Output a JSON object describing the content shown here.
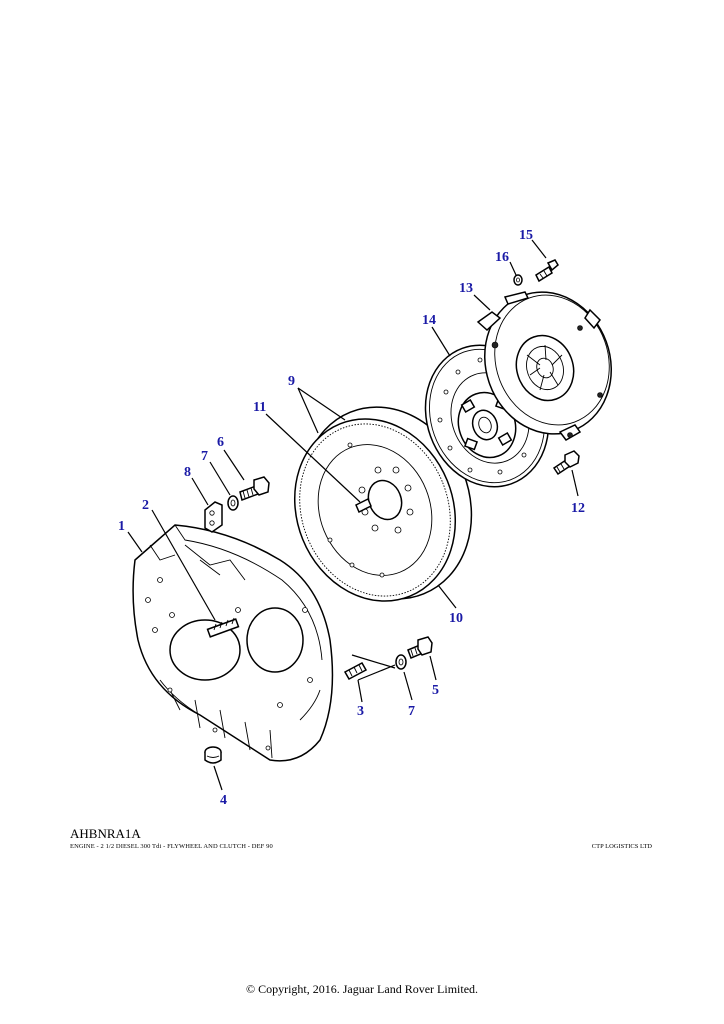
{
  "diagram": {
    "reference_code": "AHBNRA1A",
    "caption": "ENGINE - 2 1/2 DIESEL 300 Tdi - FLYWHEEL AND CLUTCH - DEF 90",
    "company": "CTP LOGISTICS LTD",
    "copyright": "© Copyright, 2016. Jaguar Land Rover Limited.",
    "callout_color": "#1a1aa6",
    "callouts": [
      {
        "id": "1",
        "label": "1"
      },
      {
        "id": "2",
        "label": "2"
      },
      {
        "id": "3",
        "label": "3"
      },
      {
        "id": "4",
        "label": "4"
      },
      {
        "id": "5",
        "label": "5"
      },
      {
        "id": "6",
        "label": "6"
      },
      {
        "id": "7a",
        "label": "7"
      },
      {
        "id": "7b",
        "label": "7"
      },
      {
        "id": "8",
        "label": "8"
      },
      {
        "id": "9",
        "label": "9"
      },
      {
        "id": "10",
        "label": "10"
      },
      {
        "id": "11",
        "label": "11"
      },
      {
        "id": "12",
        "label": "12"
      },
      {
        "id": "13",
        "label": "13"
      },
      {
        "id": "14",
        "label": "14"
      },
      {
        "id": "15",
        "label": "15"
      },
      {
        "id": "16",
        "label": "16"
      }
    ]
  }
}
